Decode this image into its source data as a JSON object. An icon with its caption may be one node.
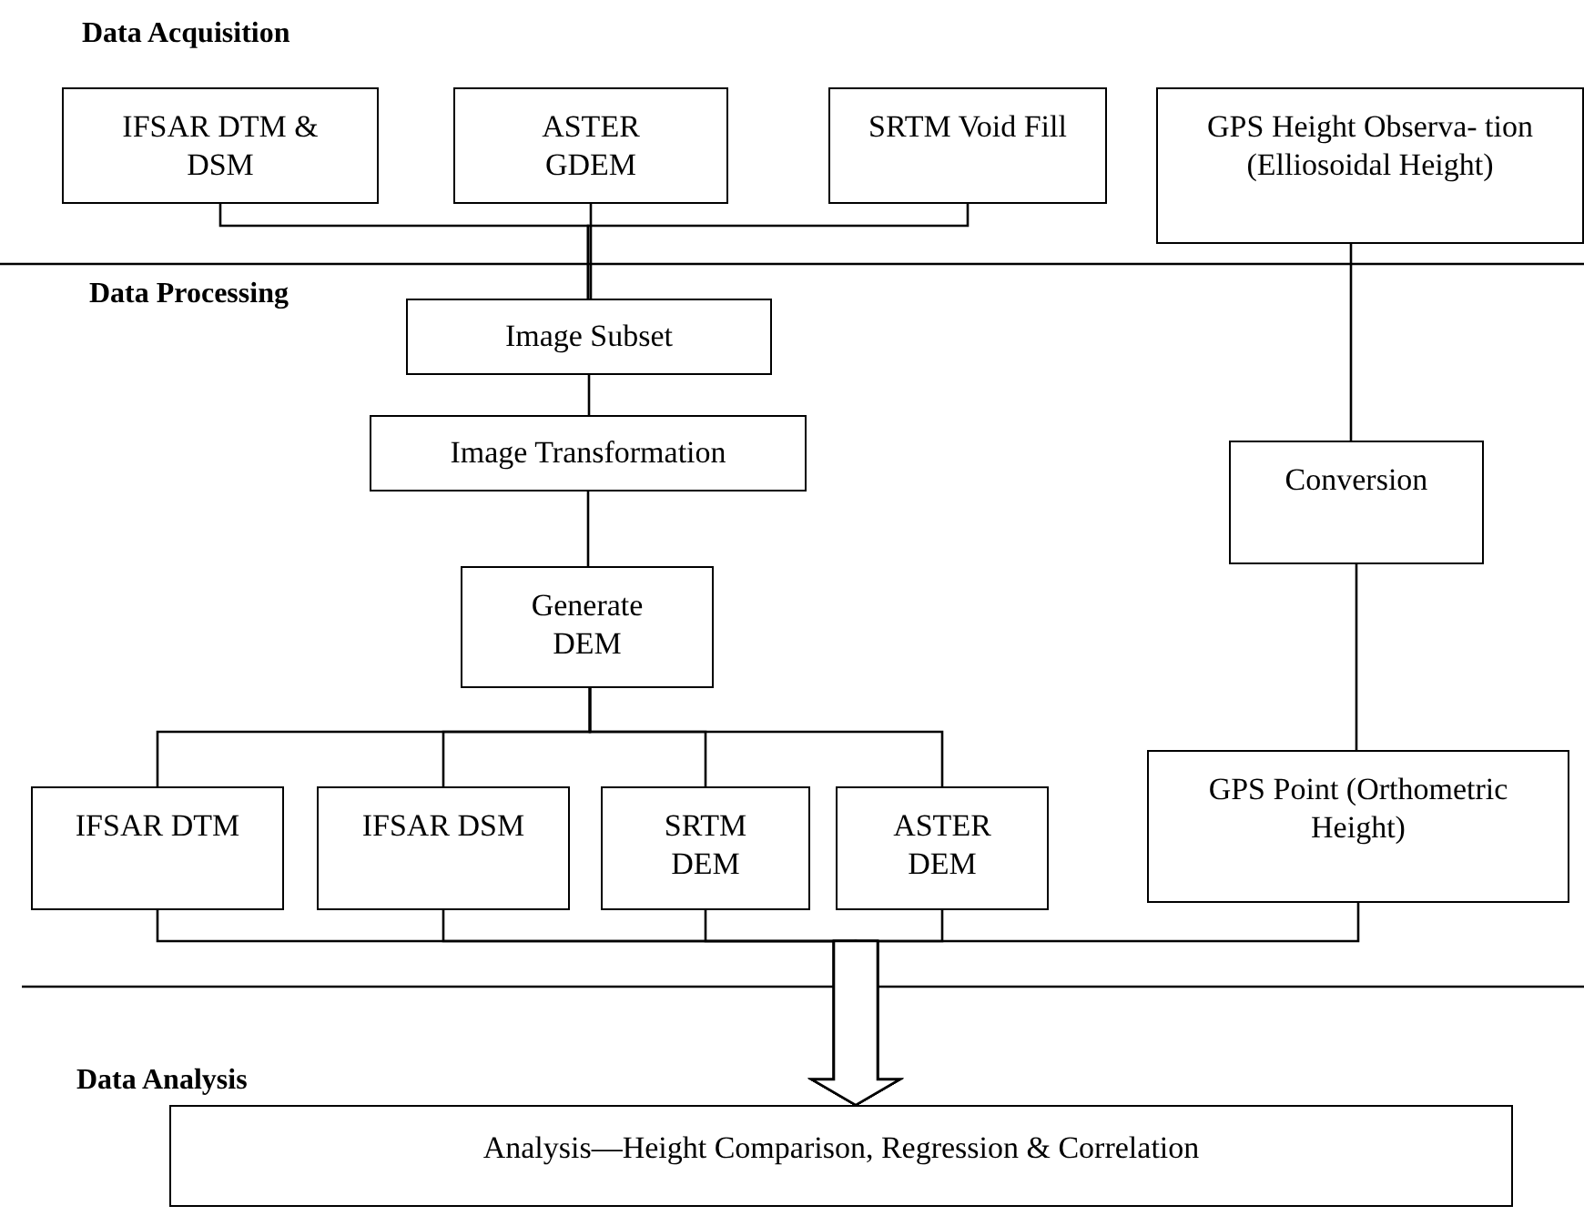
{
  "diagram": {
    "nodes": [
      {
        "text": [
          "IFSAR DTM & DSM"
        ]
      },
      {
        "text": [
          "ASTER GDEM"
        ]
      },
      {
        "text": [
          "SRTM Void Fill"
        ]
      },
      {
        "text": [
          "GPS Height Observa- tion (Elliosoidal Height)"
        ]
      },
      {
        "text": [
          "Image Subset"
        ]
      },
      {
        "text": [
          "Image Transformation"
        ]
      },
      {
        "text": [
          "Generate DEM"
        ]
      },
      {
        "text": [
          "IFSAR DTM"
        ]
      },
      {
        "text": [
          "IFSAR DSM"
        ]
      },
      {
        "text": [
          "SRTM DEM"
        ]
      },
      {
        "text": [
          "ASTER DEM"
        ]
      },
      {
        "text": [
          "Conversion"
        ]
      },
      {
        "text": [
          "GPS Point (Orthometric Height)"
        ]
      },
      {
        "text": [
          "Analysis—Height Comparison, Regression & Correlation"
        ]
      }
    ],
    "edges": [
      {
        "from": 0,
        "to": 4,
        "arrow": "none"
      },
      {
        "from": 1,
        "to": 4,
        "arrow": "none"
      },
      {
        "from": 2,
        "to": 4,
        "arrow": "none"
      },
      {
        "from": 4,
        "to": 5,
        "arrow": "none"
      },
      {
        "from": 5,
        "to": 6,
        "arrow": "none"
      },
      {
        "from": 6,
        "to": 7,
        "arrow": "none"
      },
      {
        "from": 6,
        "to": 8,
        "arrow": "none"
      },
      {
        "from": 6,
        "to": 9,
        "arrow": "none"
      },
      {
        "from": 6,
        "to": 10,
        "arrow": "none"
      },
      {
        "from": 3,
        "to": 11,
        "arrow": "none"
      },
      {
        "from": 11,
        "to": 12,
        "arrow": "none"
      },
      {
        "from": 7,
        "to": 13,
        "arrow": "to"
      },
      {
        "from": 8,
        "to": 13,
        "arrow": "to"
      },
      {
        "from": 9,
        "to": 13,
        "arrow": "to"
      },
      {
        "from": 10,
        "to": 13,
        "arrow": "to"
      },
      {
        "from": 12,
        "to": 13,
        "arrow": "to"
      }
    ],
    "labels": [
      "Data Acquisition",
      "Data Processing",
      "Data Analysis"
    ]
  }
}
